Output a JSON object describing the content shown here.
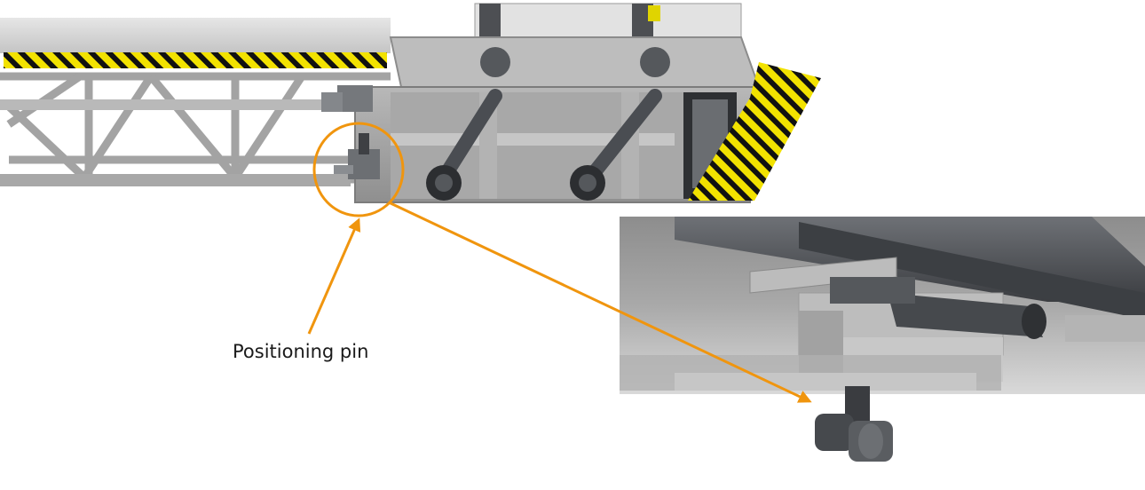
{
  "callout": {
    "label": "Positioning pin"
  },
  "colors": {
    "annotation": "#f0950e",
    "hazard_yellow": "#f2e200",
    "hazard_black": "#111111",
    "steel_light": "#c9c9c9",
    "steel_mid": "#9d9d9d",
    "steel_dark": "#5b5e63"
  },
  "icons": {
    "callout_marker": "circle-outline",
    "pointer": "arrow"
  }
}
